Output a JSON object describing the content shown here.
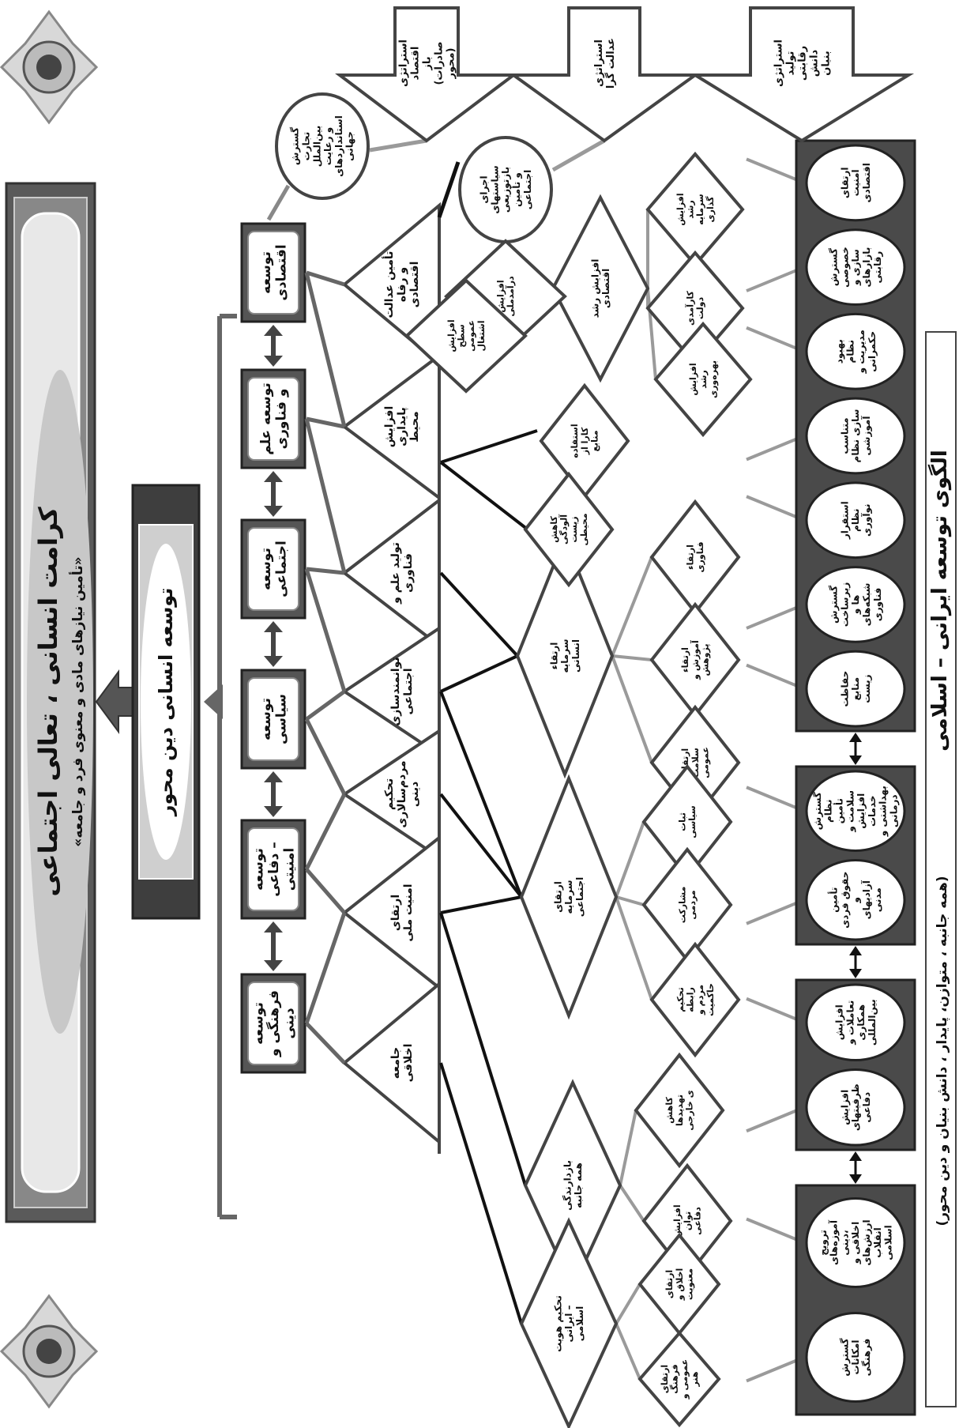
{
  "title": {
    "main": "الگوی توسعه ایرانی – اسلامی",
    "sub": "(همه جانبه ، متوازن، پایدار ، دانش بنیان و دین محور)"
  },
  "goal": {
    "title": "کرامت انسانی ، تعالی اجتماعی",
    "subtitle": "«تأمین نیازهای مادی و معنوی فرد و جامعه»"
  },
  "center": "توسعه انسانی دین محور",
  "strategies": [
    "استراتژی تولید رقابتی دانش بنیان",
    "استراتژی عدالت گرا",
    "استراتژی اقتصاد باز (صادرات محور)"
  ],
  "developments": [
    "توسعه اقتصادی",
    "توسعه علم و فناوری",
    "توسعه اجتماعی",
    "توسعه سیاسی",
    "توسعه دفاعی – امنیتی",
    "توسعه فرهنگی و دینی"
  ],
  "triangles": [
    "تأمین عدالت و رفاه اقتصادی",
    "افزایش پایداری محیط",
    "تولید علم و فناوری",
    "توانمندسازی اجتماعی",
    "تحکیم مردم‌سالاری دینی",
    "ارتقای امنیت ملی",
    "جامعه اخلاقی"
  ],
  "top_circles": [
    "اجرای سیاستهای بازتوزیعی و تأمین اجتماعی",
    "گسترش تجارت بین‌الملل و رعایت استانداردهای جهانی"
  ],
  "big_diamonds": [
    "افزایش رشد اقتصادی",
    "ارتقاء سرمایه انسانی",
    "ارتقای سرمایه اجتماعی",
    "بازدارندگی همه جانبه",
    "تحکیم هویت ایرانی – اسلامی"
  ],
  "small_diamonds": [
    "افزایش درآمدملی",
    "افزایش سطح عمومی اشتغال",
    "استفاده کارا از منابع",
    "کاهش آلودگی زیست محیطی",
    "افزایش رشد سرمایه گذاری",
    "کارآمدی دولت",
    "افزایش رشد بهره‌وری",
    "ارتقاء فناوری",
    "ارتقاء آموزش و پژوهش",
    "ارتقای سلامت عمومی",
    "ثبات سیاسی",
    "مشارکت مردمی",
    "تحکیم رابطه مردم و حاکمیت",
    "کاهش تهدیدها ی خارجی",
    "افزایش توان دفاعی",
    "ارتقای اخلاق و معنویت",
    "ارتقای فرهنگ عمومی و هنر"
  ],
  "bottom_circles": [
    "ارتقای امنیت اقتصادی",
    "گسترش خصوصی سازی و بازارهای رقابتی",
    "بهبود نظام مدیریت و حکمرانی",
    "متناسب سازی نظام آموزشی",
    "استقرار نظام نوآوری",
    "گسترش زیرساخت ها و شبکه‌های فناوری",
    "حفاظت منابع زیست",
    "گسترش نظام تأمین سلامت و افزایش خدمات بهداشتی و درمانی",
    "تأمین حقوق فردی و آزادیهای مدنی",
    "افزایش تعاملات و همکاری بین‌المللی",
    "افزایش ظرفیتهای دفاعی",
    "ترویج آموزه‌های دینی، اخلاقی و ارزش‌های انقلاب اسلامی",
    "گسترش امکانات فرهنگی"
  ]
}
